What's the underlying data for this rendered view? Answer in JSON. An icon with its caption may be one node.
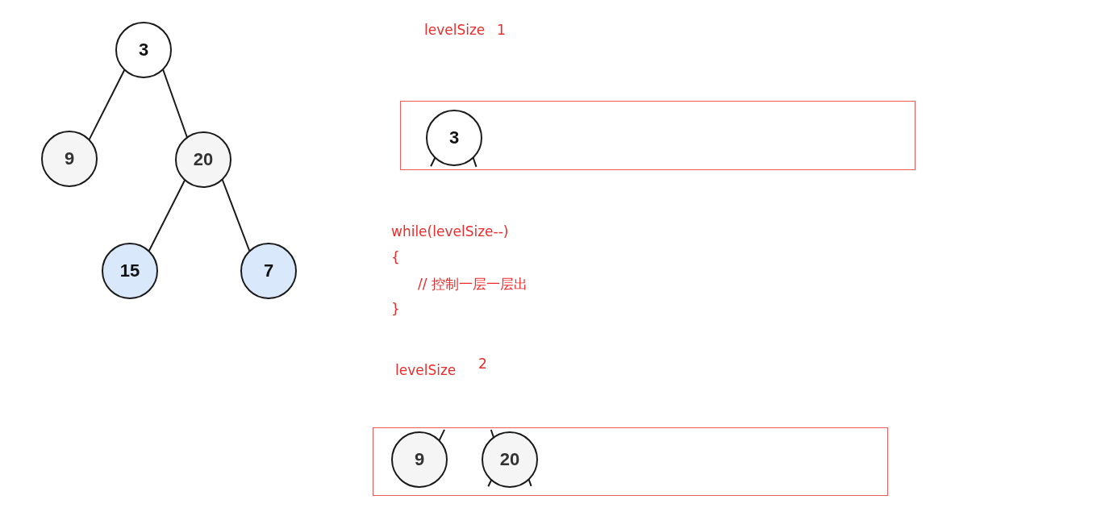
{
  "diagram": {
    "nodes": [
      {
        "text": [
          "3"
        ]
      },
      {
        "text": [
          "9"
        ]
      },
      {
        "text": [
          "20"
        ]
      },
      {
        "text": [
          "15"
        ]
      },
      {
        "text": [
          "7"
        ]
      },
      {
        "text": [],
        "shape": "box"
      },
      {
        "text": [
          "3"
        ],
        "in": 5
      },
      {
        "text": [],
        "shape": "box"
      },
      {
        "text": [
          "9"
        ],
        "in": 7
      },
      {
        "text": [
          "20"
        ],
        "in": 7
      }
    ],
    "edges": [
      {
        "from": 0,
        "to": 1,
        "arrow": "none"
      },
      {
        "from": 0,
        "to": 2,
        "arrow": "none"
      },
      {
        "from": 2,
        "to": 3,
        "arrow": "none"
      },
      {
        "from": 2,
        "to": 4,
        "arrow": "none"
      },
      {
        "from": 6,
        "to": null,
        "arrow": "none"
      },
      {
        "from": 6,
        "to": null,
        "arrow": "none"
      },
      {
        "from": null,
        "to": 8,
        "arrow": "none"
      },
      {
        "from": null,
        "to": 9,
        "arrow": "none"
      },
      {
        "from": 9,
        "to": null,
        "arrow": "none"
      },
      {
        "from": 9,
        "to": null,
        "arrow": "none"
      }
    ],
    "labels": [
      "levelSize",
      "1",
      "while(levelSize--)",
      "{",
      "// 控制一层一层出",
      "}",
      "levelSize",
      "2"
    ]
  }
}
